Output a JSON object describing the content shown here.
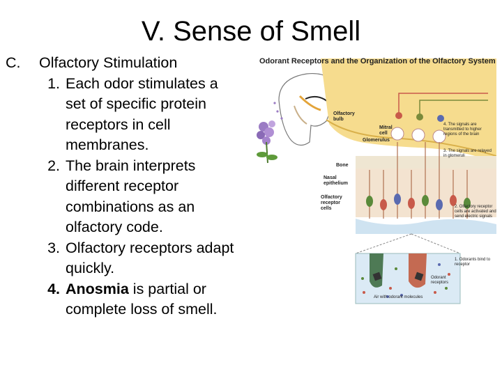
{
  "slide": {
    "title": "V. Sense of Smell",
    "section_label": "C.",
    "section_heading": "Olfactory Stimulation",
    "points": [
      {
        "num": "1.",
        "text": "Each odor stimulates a set of specific protein receptors in cell membranes."
      },
      {
        "num": "2.",
        "text": "The brain interprets different receptor combinations as an olfactory code."
      },
      {
        "num": "3.",
        "text": "Olfactory receptors adapt quickly."
      },
      {
        "num": "4.",
        "bold_term": "Anosmia",
        "text": " is partial or complete loss of smell."
      }
    ]
  },
  "figure": {
    "title": "Odorant Receptors and the Organization of the Olfactory System",
    "labels": {
      "olfactory_bulb": "Olfactory bulb",
      "mitral_cell": "Mitral cell",
      "glomerulus": "Glomerulus",
      "bone": "Bone",
      "nasal_epithelium": "Nasal epithelium",
      "receptor_cells": "Olfactory receptor cells",
      "odorant_receptors": "Odorant receptors",
      "air_with_odorant": "Air with odorant molecules"
    },
    "steps": {
      "step1": "1. Odorants bind to receptor",
      "step2": "2. Olfactory receptor cells are activated and send electric signals",
      "step3": "3. The signals are relayed in glomeruli",
      "step4": "4. The signals are transmitted to higher regions of the brain"
    }
  }
}
